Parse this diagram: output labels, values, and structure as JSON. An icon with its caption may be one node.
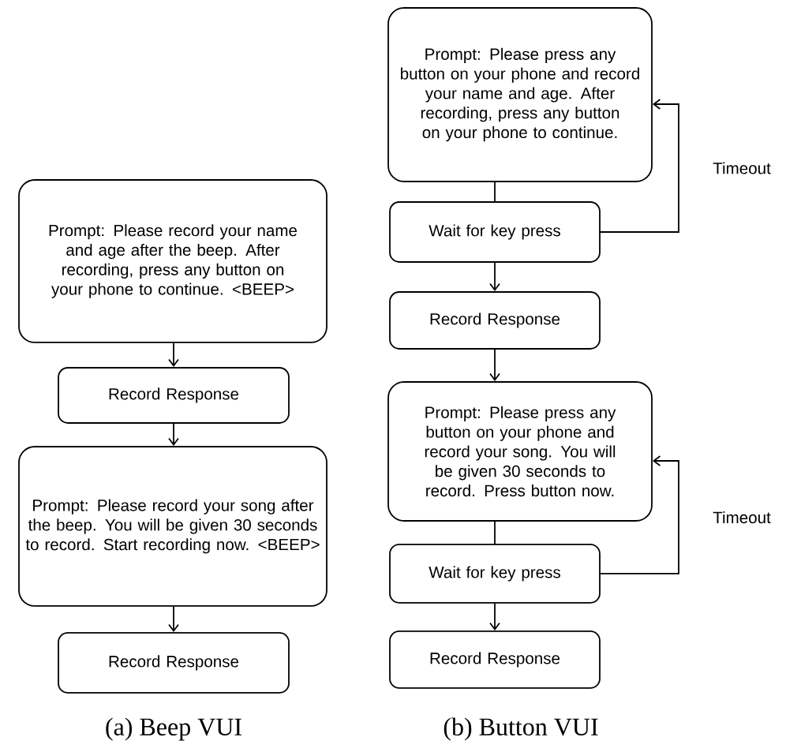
{
  "diagram": {
    "nodes": [
      {
        "text": [
          "Prompt: Please record your name and age after the beep. After recording, press any button on your phone to continue. <BEEP>"
        ]
      },
      {
        "text": [
          "Record Response"
        ]
      },
      {
        "text": [
          "Prompt: Please record your song after the beep. You will be given 30 seconds to record. Start recording now. <BEEP>"
        ]
      },
      {
        "text": [
          "Record Response"
        ]
      },
      {
        "text": [
          "Prompt: Please press any button on your phone and record your name and age. After recording, press any button on your phone to continue."
        ]
      },
      {
        "text": [
          "Wait for key press"
        ]
      },
      {
        "text": [
          "Record Response"
        ]
      },
      {
        "text": [
          "Prompt: Please press any button on your phone and record your song. You will be given 30 seconds to record. Press button now."
        ]
      },
      {
        "text": [
          "Wait for key press"
        ]
      },
      {
        "text": [
          "Record Response"
        ]
      }
    ],
    "edges": [
      {
        "from": 0,
        "to": 1,
        "arrow": "to"
      },
      {
        "from": 1,
        "to": 2,
        "arrow": "to"
      },
      {
        "from": 2,
        "to": 3,
        "arrow": "to"
      },
      {
        "from": 4,
        "to": 5,
        "arrow": "none"
      },
      {
        "from": 5,
        "to": 4,
        "arrow": "to",
        "label": "Timeout"
      },
      {
        "from": 5,
        "to": 6,
        "arrow": "to"
      },
      {
        "from": 6,
        "to": 7,
        "arrow": "to"
      },
      {
        "from": 7,
        "to": 8,
        "arrow": "none"
      },
      {
        "from": 8,
        "to": 7,
        "arrow": "to",
        "label": "Timeout"
      },
      {
        "from": 8,
        "to": 9,
        "arrow": "to"
      }
    ],
    "labels": [
      "(a) Beep VUI",
      "(b) Button VUI"
    ]
  }
}
